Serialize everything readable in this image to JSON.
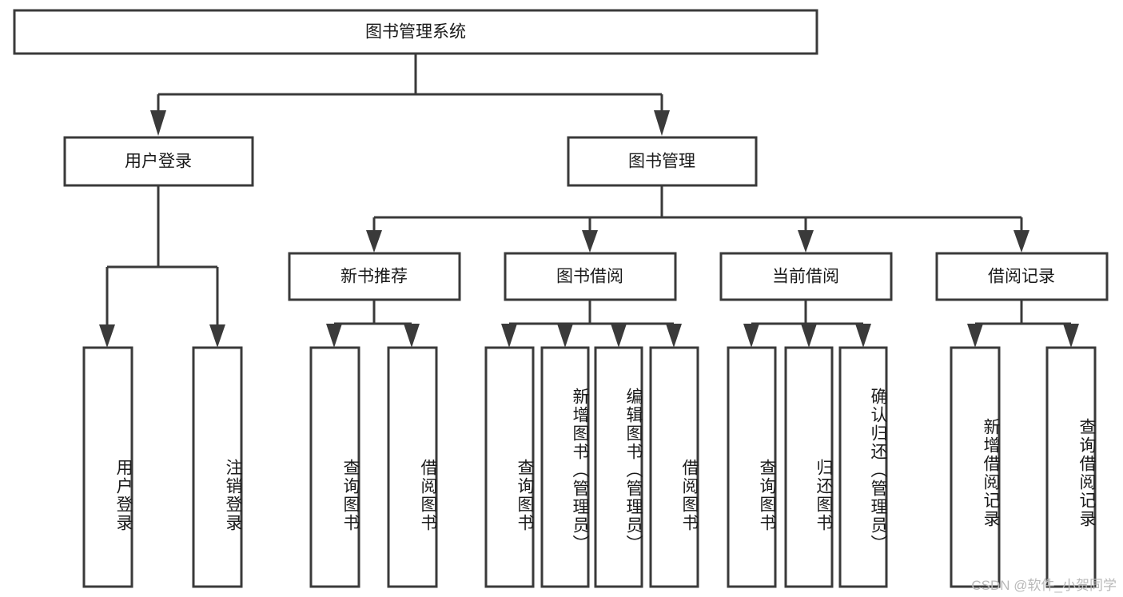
{
  "diagram": {
    "title": "图书管理系统",
    "type": "tree-hierarchy-chart",
    "root": {
      "id": "root",
      "label": "图书管理系统"
    },
    "level2": [
      {
        "id": "user-login",
        "label": "用户登录"
      },
      {
        "id": "book-manage",
        "label": "图书管理"
      }
    ],
    "level3": [
      {
        "id": "new-book-rec",
        "label": "新书推荐",
        "parent": "book-manage"
      },
      {
        "id": "book-borrow",
        "label": "图书借阅",
        "parent": "book-manage"
      },
      {
        "id": "current-borrow",
        "label": "当前借阅",
        "parent": "book-manage"
      },
      {
        "id": "borrow-record",
        "label": "借阅记录",
        "parent": "book-manage"
      }
    ],
    "leaves": [
      {
        "id": "leaf-user-login",
        "label": "用户登录",
        "parent": "user-login"
      },
      {
        "id": "leaf-logout",
        "label": "注销登录",
        "parent": "user-login"
      },
      {
        "id": "leaf-query-book-1",
        "label": "查询图书",
        "parent": "new-book-rec"
      },
      {
        "id": "leaf-borrow-book-1",
        "label": "借阅图书",
        "parent": "new-book-rec"
      },
      {
        "id": "leaf-query-book-2",
        "label": "查询图书",
        "parent": "book-borrow"
      },
      {
        "id": "leaf-add-book",
        "label": "新增图书（管理员）",
        "parent": "book-borrow"
      },
      {
        "id": "leaf-edit-book",
        "label": "编辑图书（管理员）",
        "parent": "book-borrow"
      },
      {
        "id": "leaf-borrow-book-2",
        "label": "借阅图书",
        "parent": "book-borrow"
      },
      {
        "id": "leaf-query-book-3",
        "label": "查询图书",
        "parent": "current-borrow"
      },
      {
        "id": "leaf-return-book",
        "label": "归还图书",
        "parent": "current-borrow"
      },
      {
        "id": "leaf-confirm-return",
        "label": "确认归还（管理员）",
        "parent": "current-borrow"
      },
      {
        "id": "leaf-add-record",
        "label": "新增借阅记录",
        "parent": "borrow-record"
      },
      {
        "id": "leaf-query-record",
        "label": "查询借阅记录",
        "parent": "borrow-record"
      }
    ]
  },
  "watermark": {
    "text": "CSDN @软件_小贺同学"
  },
  "colors": {
    "stroke": "#3a3a3a",
    "box_fill": "#ffffff",
    "text": "#1a1a1a",
    "background": "#ffffff",
    "watermark": "#b9b9b9"
  }
}
